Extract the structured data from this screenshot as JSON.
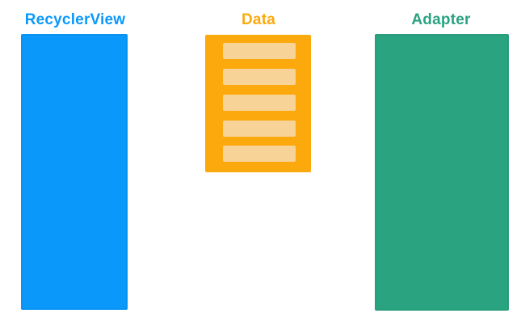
{
  "labels": {
    "recyclerview": "RecyclerView",
    "data": "Data",
    "adapter": "Adapter"
  },
  "colors": {
    "recyclerview": "#0a99fb",
    "data": "#fca90d",
    "data_row": "#f8d398",
    "adapter": "#2aa380"
  },
  "data_rows_count": 5
}
